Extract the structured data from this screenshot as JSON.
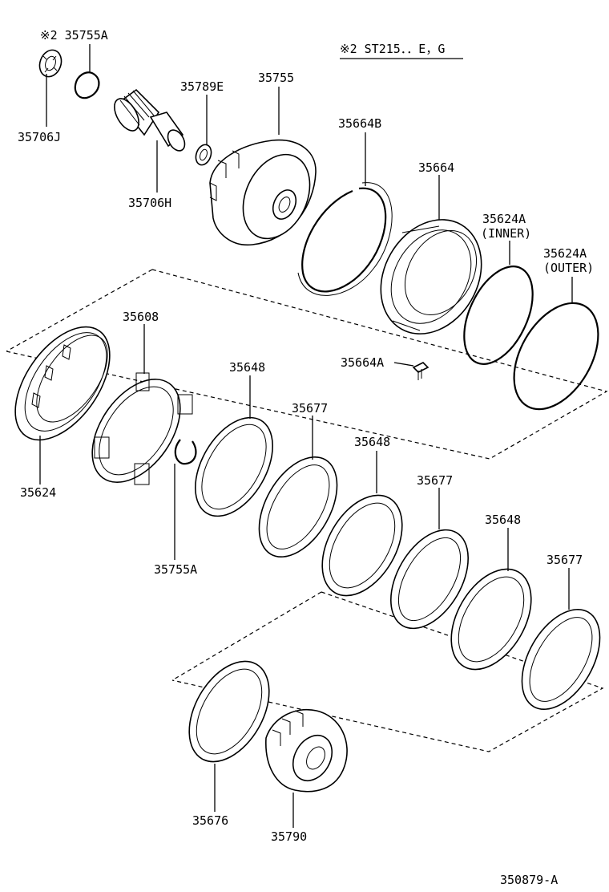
{
  "note": "※2 ST215．．E，G",
  "diagram_code": "350879-A",
  "parts": {
    "p35755A_top": "※2 35755A",
    "p35706J": "35706J",
    "p35706H": "35706H",
    "p35789E": "35789E",
    "p35755": "35755",
    "p35664B": "35664B",
    "p35664": "35664",
    "p35624A_inner": "35624A",
    "p35624A_inner_sub": "(INNER)",
    "p35624A_outer": "35624A",
    "p35624A_outer_sub": "(OUTER)",
    "p35664A": "35664A",
    "p35608": "35608",
    "p35624": "35624",
    "p35755A": "35755A",
    "p35648_1": "35648",
    "p35677_1": "35677",
    "p35648_2": "35648",
    "p35677_2": "35677",
    "p35648_3": "35648",
    "p35677_3": "35677",
    "p35676": "35676",
    "p35790": "35790"
  }
}
